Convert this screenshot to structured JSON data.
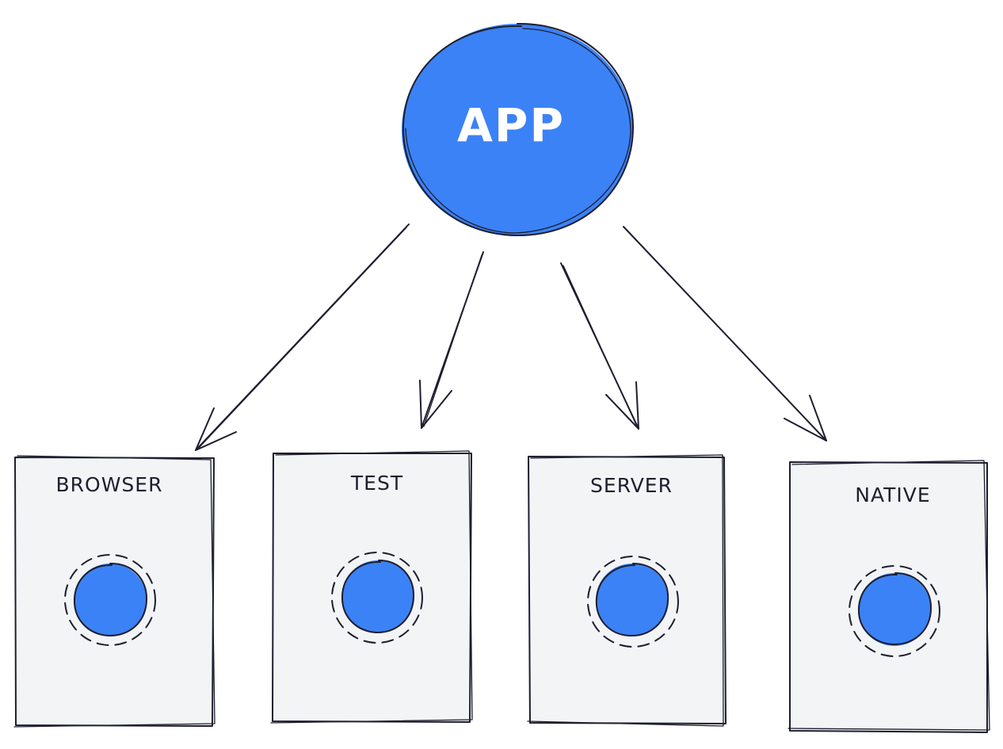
{
  "app": {
    "label": "APP"
  },
  "environments": [
    {
      "label": "BROWSER"
    },
    {
      "label": "TEST"
    },
    {
      "label": "SERVER"
    },
    {
      "label": "NATIVE"
    }
  ],
  "colors": {
    "node_fill": "#3b82f6",
    "box_fill": "#f2f4f6",
    "stroke": "#1e1e2e"
  }
}
